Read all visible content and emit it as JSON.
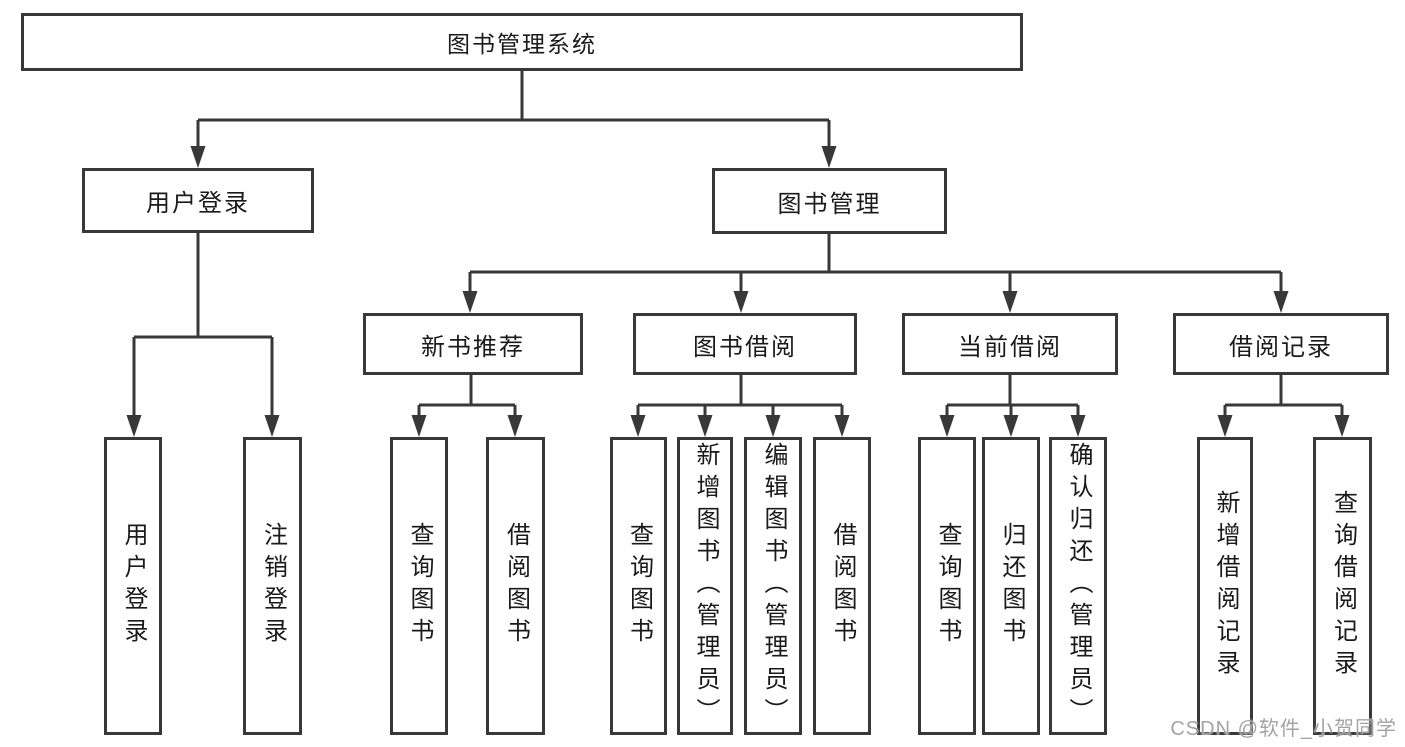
{
  "tree": {
    "root": {
      "label": "图书管理系统"
    },
    "user_login": {
      "label": "用户登录",
      "children": [
        {
          "label": "用户登录"
        },
        {
          "label": "注销登录"
        }
      ]
    },
    "book_mgmt": {
      "label": "图书管理",
      "groups": [
        {
          "label": "新书推荐",
          "children": [
            {
              "label": "查询图书"
            },
            {
              "label": "借阅图书"
            }
          ]
        },
        {
          "label": "图书借阅",
          "children": [
            {
              "label": "查询图书"
            },
            {
              "label": "新增图书（管理员）"
            },
            {
              "label": "编辑图书（管理员）"
            },
            {
              "label": "借阅图书"
            }
          ]
        },
        {
          "label": "当前借阅",
          "children": [
            {
              "label": "查询图书"
            },
            {
              "label": "归还图书"
            },
            {
              "label": "确认归还（管理员）"
            }
          ]
        },
        {
          "label": "借阅记录",
          "children": [
            {
              "label": "新增借阅记录"
            },
            {
              "label": "查询借阅记录"
            }
          ]
        }
      ]
    }
  },
  "watermark": {
    "text": "CSDN @软件_小贺同学",
    "color": "#9e9e9e"
  },
  "colors": {
    "line": "#383838",
    "box_border": "#383838",
    "text": "#1a1a1a",
    "background": "#ffffff"
  }
}
